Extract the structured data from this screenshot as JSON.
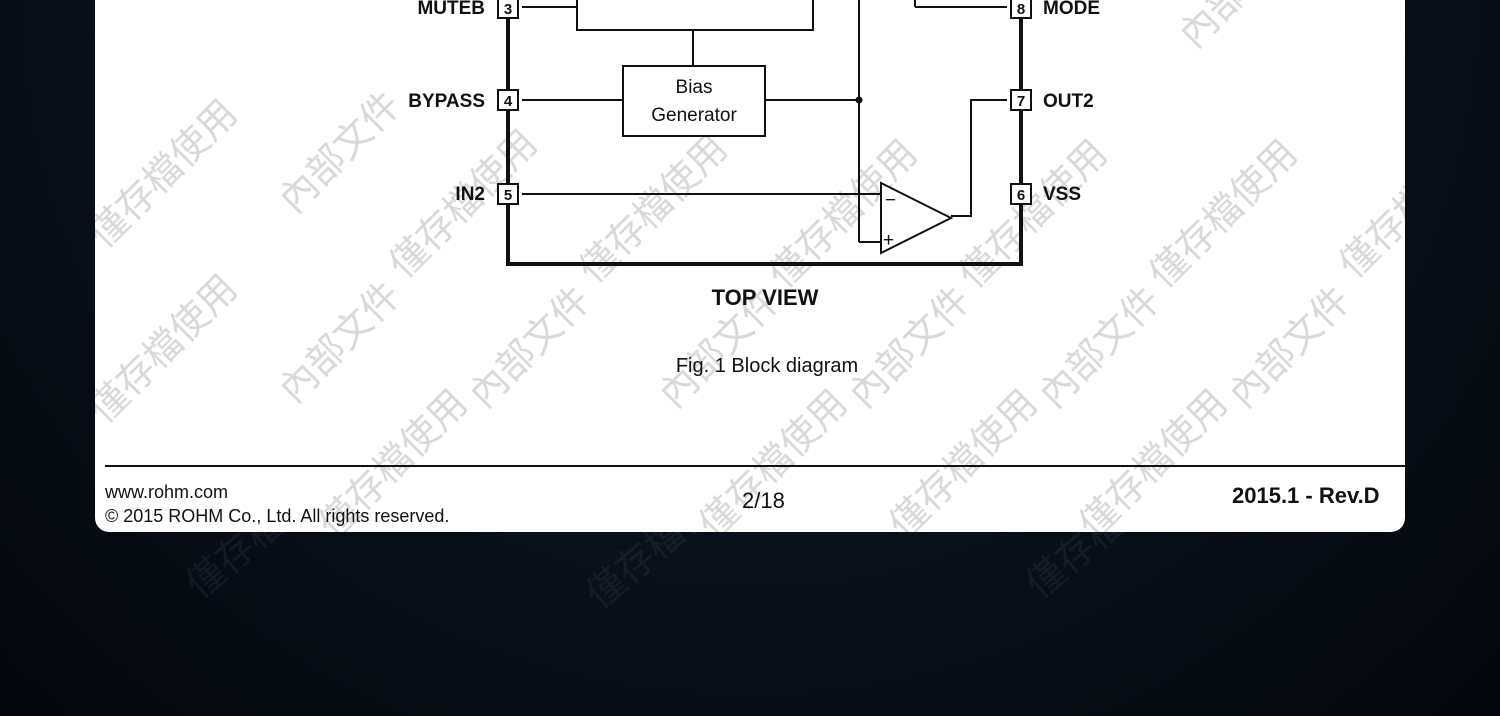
{
  "diagram": {
    "pins": {
      "pin3": {
        "number": "3",
        "label": "MUTEB"
      },
      "pin4": {
        "number": "4",
        "label": "BYPASS"
      },
      "pin5": {
        "number": "5",
        "label": "IN2"
      },
      "pin6": {
        "number": "6",
        "label": "VSS"
      },
      "pin7": {
        "number": "7",
        "label": "OUT2"
      },
      "pin8": {
        "number": "8",
        "label": "MODE"
      }
    },
    "bias_box": {
      "line1": "Bias",
      "line2": "Generator"
    },
    "opamp": {
      "minus": "−",
      "plus": "+"
    },
    "view_label": "TOP VIEW",
    "caption": "Fig. 1 Block diagram"
  },
  "footer": {
    "website": "www.rohm.com",
    "copyright": "© 2015 ROHM Co., Ltd. All rights reserved.",
    "page_number": "2/18",
    "revision": "2015.1  -  Rev.D"
  },
  "watermark": {
    "line1": "內部文件",
    "line2": "僅存檔使用"
  }
}
